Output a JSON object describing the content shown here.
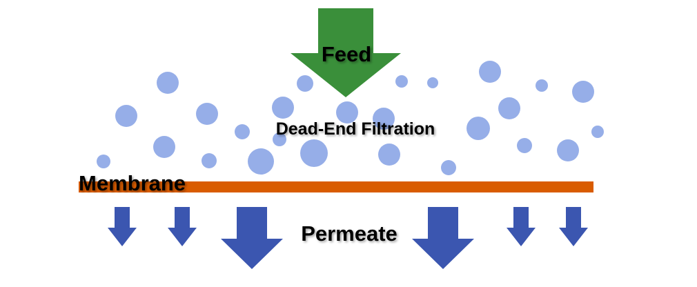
{
  "diagram": {
    "feed_label": "Feed",
    "process_label": "Dead-End Filtration",
    "membrane_label": "Membrane",
    "permeate_label": "Permeate"
  },
  "colors": {
    "feed_arrow": "#3a8f3a",
    "particle": "#96aee8",
    "membrane": "#d95c00",
    "permeate_arrow": "#3b56b0"
  }
}
